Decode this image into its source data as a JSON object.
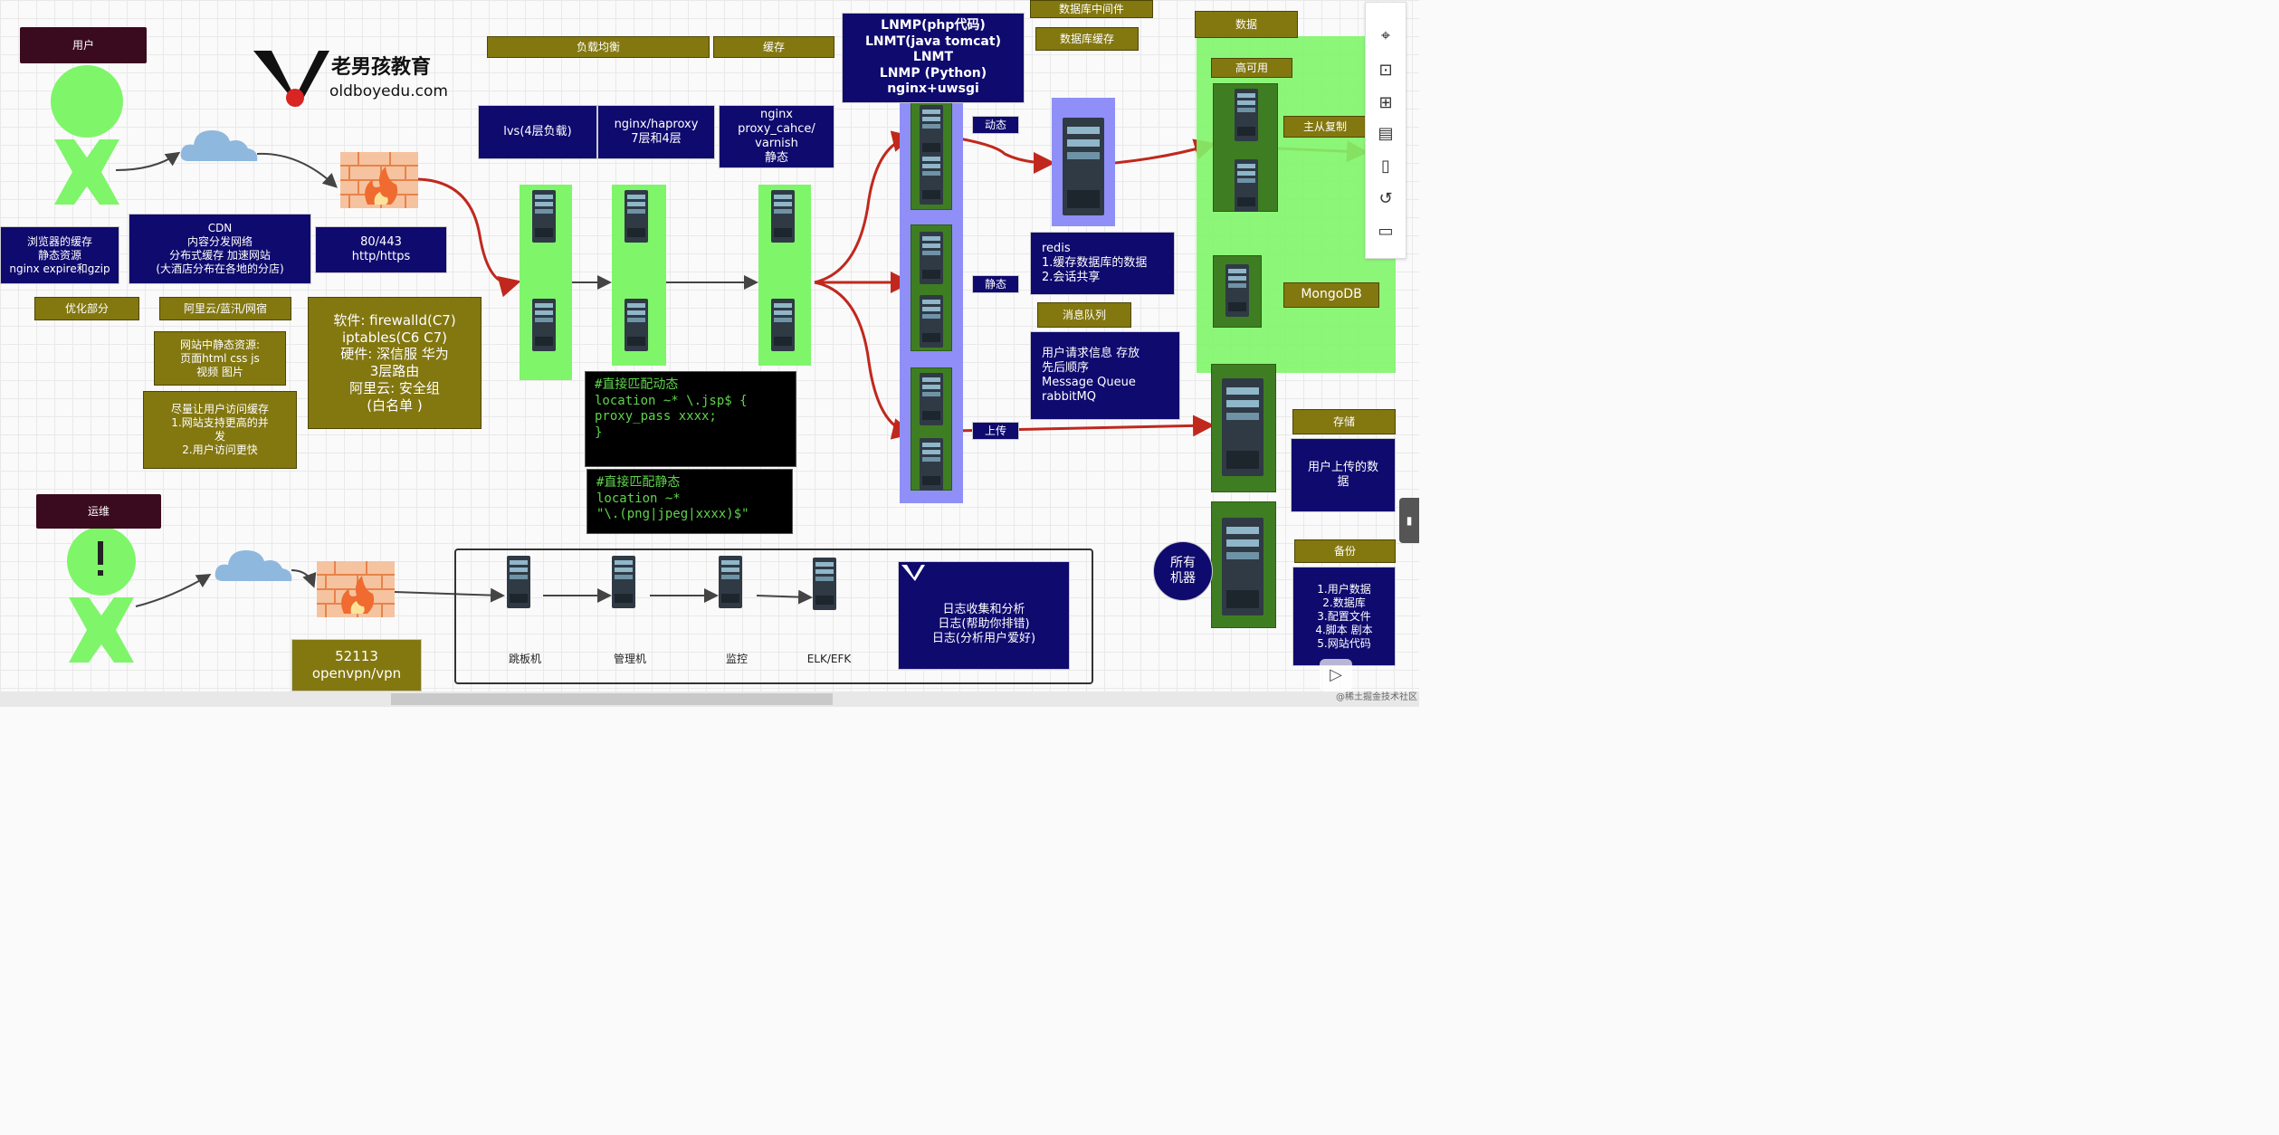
{
  "labels": {
    "user": "用户",
    "ops": "运维",
    "load_balance": "负载均衡",
    "cache": "缓存",
    "db_middleware": "数据库中间件",
    "db_cache": "数据库缓存",
    "data": "数据",
    "high_avail": "高可用",
    "master_slave": "主从复制",
    "mongodb": "MongoDB",
    "mq_title": "消息队列",
    "storage": "存储",
    "backup": "备份",
    "optimization": "优化部分",
    "cloud_vendors": "阿里云/蓝汛/网宿",
    "dynamic": "动态",
    "static": "静态",
    "upload": "上传",
    "all_machines": "所有\n机器"
  },
  "logo": {
    "cn": "老男孩教育",
    "url": "oldboyedu.com"
  },
  "blocks": {
    "browser_cache": "浏览器的缓存\n静态资源\nnginx expire和gzip",
    "cdn": "CDN\n内容分发网络\n分布式缓存 加速网站\n(大酒店分布在各地的分店)",
    "ports": "80/443\nhttp/https",
    "static_resources": "网站中静态资源:\n页面html  css js\n视频  图片",
    "cache_user": "尽量让用户访问缓存\n1.网站支持更高的并\n发\n2.用户访问更快",
    "firewall": "软件: firewalld(C7)\niptables(C6 C7)\n硬件: 深信服 华为\n3层路由\n阿里云: 安全组\n(白名单 )",
    "lvs": "lvs(4层负载)",
    "nginx_haproxy": "nginx/haproxy\n7层和4层",
    "nginx_cache": "nginx\nproxy_cahce/\nvarnish\n静态",
    "lnmp": "LNMP(php代码)\nLNMT(java  tomcat)\nLNMT\nLNMP (Python)\nnginx+uwsgi",
    "redis": "redis\n1.缓存数据库的数据\n2.会话共享",
    "mq": "用户请求信息 存放\n先后顺序\nMessage  Queue\nrabbitMQ",
    "user_upload": "用户上传的数\n据",
    "backup_list": "1.用户数据\n2.数据库\n3.配置文件\n4.脚本 剧本\n5.网站代码",
    "vpn": "52113\nopenvpn/vpn",
    "log_box": "日志收集和分析\n日志(帮助你排错)\n日志(分析用户爱好)",
    "code_dynamic": "#直接匹配动态\nlocation ~* \\.jsp$ {\nproxy_pass  xxxx;\n}",
    "code_static": "#直接匹配静态\nlocation ~*\n\"\\.(png|jpeg|xxxx)$\""
  },
  "ops_chain": [
    "跳板机",
    "管理机",
    "监控",
    "ELK/EFK"
  ],
  "watermark": "@稀土掘金技术社区",
  "colors": {
    "navy": "#0f0a6e",
    "olive": "#837710",
    "green": "#7ff56a",
    "red_arrow": "#c0281e",
    "blue_panel": "#8f8ff7"
  }
}
